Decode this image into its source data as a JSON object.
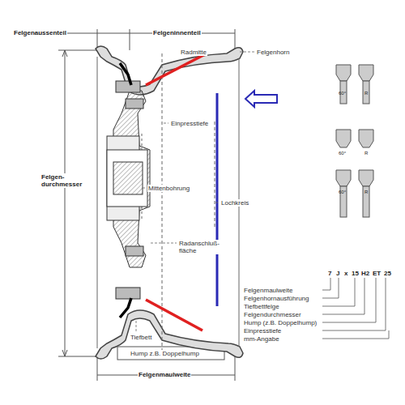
{
  "diagram": {
    "labels": [
      "Felgenaussenteil",
      "Felgeninnenteil",
      "Radmitte",
      "Felgenhorn",
      "Einpresstiefe",
      "Mittenbohrung",
      "Lochkreis",
      "Radanschluß- fläche",
      "Felgen- durchmesser",
      "Tiefbett",
      "Hump z.B. Doppelhump",
      "Felgenmaulweite",
      "7",
      "J",
      "x",
      "15",
      "H2",
      "ET",
      "25",
      "Felgenmaulweite",
      "Felgenhornausführung",
      "Tiefbettfelge",
      "Felgendurchmesser",
      "Hump (z.B. Doppelhump)",
      "Einpresstiefe",
      "mm-Angabe",
      "60°",
      "R",
      "60°",
      "R",
      "60°",
      "R"
    ]
  }
}
